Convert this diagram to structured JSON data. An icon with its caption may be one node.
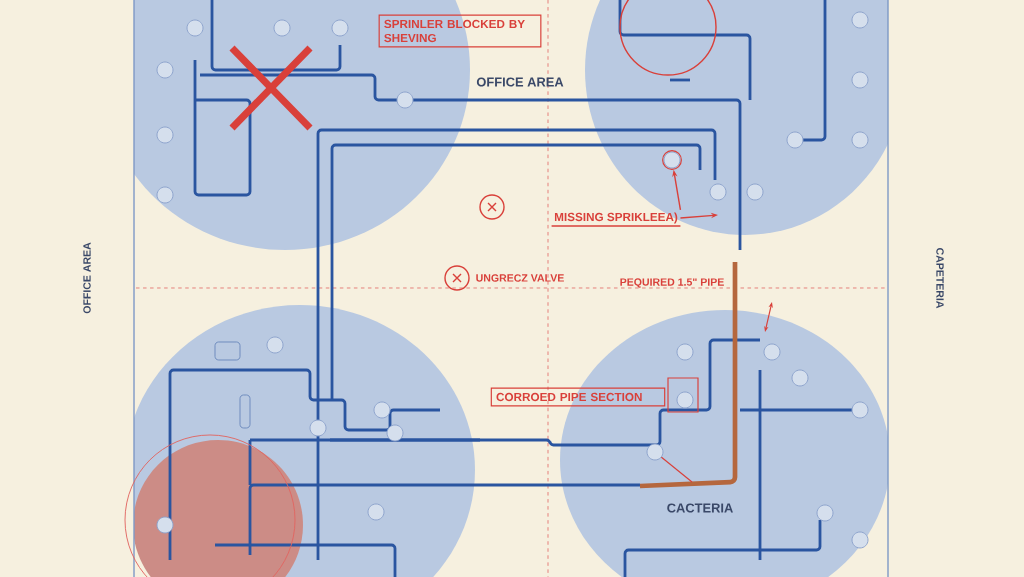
{
  "diagram": {
    "nodes": [
      {
        "text": [
          "SPRINLER BLOCKED BY SHEVING"
        ]
      },
      {
        "text": [
          "MISSING SPRIKLEEA)"
        ]
      },
      {
        "text": [],
        "shape": "circle"
      },
      {
        "text": [
          "CORROED PIPE SECTION"
        ]
      }
    ],
    "edges": [
      {
        "from": 1,
        "to": 2,
        "arrow": "to",
        "color": "#d9403a"
      },
      {
        "from": 1,
        "to": null,
        "arrow": "to",
        "color": "#d9403a"
      }
    ],
    "labels": [
      "OFFICE AREA",
      "UNGRECZ VALVE",
      "PEQUIRED 1.5\" PIPE",
      "OFFICE AREA",
      "CAPETERIA",
      "CACTERIA"
    ]
  }
}
